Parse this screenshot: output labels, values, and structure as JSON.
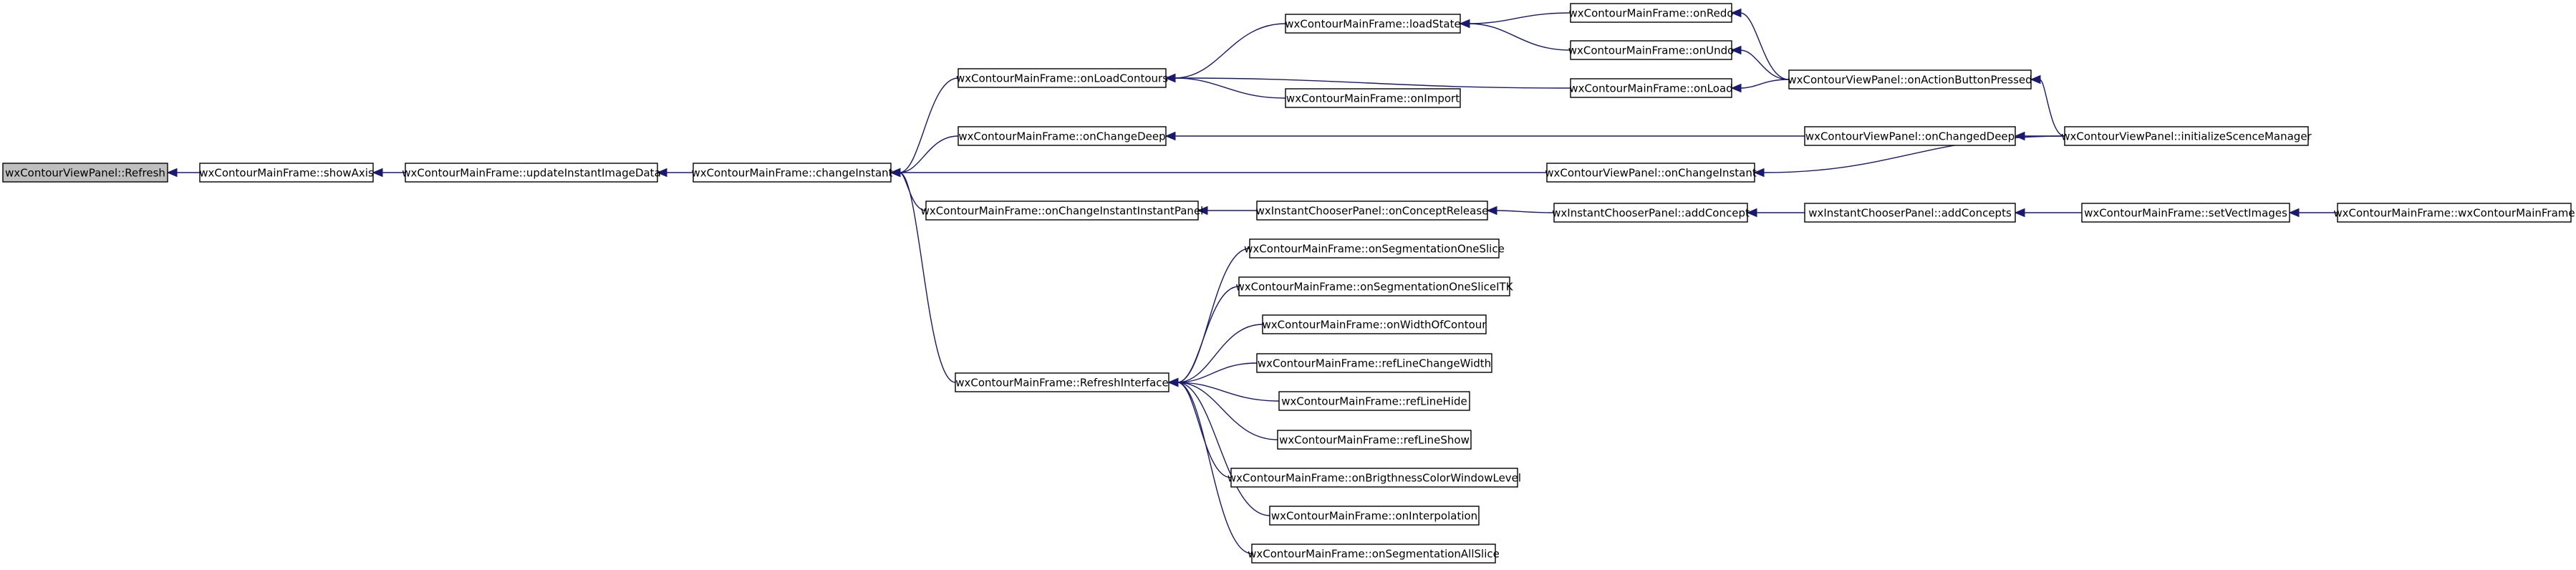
{
  "nodes": [
    {
      "id": "refresh",
      "label": "wxContourViewPanel::Refresh",
      "root": true
    },
    {
      "id": "showAxis",
      "label": "wxContourMainFrame::showAxis"
    },
    {
      "id": "updateInstant",
      "label": "wxContourMainFrame::updateInstantImageData"
    },
    {
      "id": "changeInstant",
      "label": "wxContourMainFrame::changeInstant"
    },
    {
      "id": "onLoadContours",
      "label": "wxContourMainFrame::onLoadContours"
    },
    {
      "id": "onChangeDeep",
      "label": "wxContourMainFrame::onChangeDeep"
    },
    {
      "id": "onChangeInstantPanel",
      "label": "wxContourMainFrame::onChangeInstantInstantPanel"
    },
    {
      "id": "refreshInterface",
      "label": "wxContourMainFrame::RefreshInterface"
    },
    {
      "id": "loadState",
      "label": "wxContourMainFrame::loadState"
    },
    {
      "id": "onImport",
      "label": "wxContourMainFrame::onImport"
    },
    {
      "id": "onRedo",
      "label": "wxContourMainFrame::onRedo"
    },
    {
      "id": "onUndo",
      "label": "wxContourMainFrame::onUndo"
    },
    {
      "id": "onLoad",
      "label": "wxContourMainFrame::onLoad"
    },
    {
      "id": "onActionButtonPressed",
      "label": "wxContourViewPanel::onActionButtonPressed"
    },
    {
      "id": "onChangedDeep",
      "label": "wxContourViewPanel::onChangedDeep"
    },
    {
      "id": "initializeScene",
      "label": "wxContourViewPanel::initializeScenceManager"
    },
    {
      "id": "viewOnChangeInstant",
      "label": "wxContourViewPanel::onChangeInstant"
    },
    {
      "id": "onConceptRelease",
      "label": "wxInstantChooserPanel::onConceptRelease"
    },
    {
      "id": "addConcept",
      "label": "wxInstantChooserPanel::addConcept"
    },
    {
      "id": "addConcepts",
      "label": "wxInstantChooserPanel::addConcepts"
    },
    {
      "id": "setVectImages",
      "label": "wxContourMainFrame::setVectImages"
    },
    {
      "id": "ctor",
      "label": "wxContourMainFrame::wxContourMainFrame"
    },
    {
      "id": "segOneSlice",
      "label": "wxContourMainFrame::onSegmentationOneSlice"
    },
    {
      "id": "segOneSliceITK",
      "label": "wxContourMainFrame::onSegmentationOneSliceITK"
    },
    {
      "id": "widthOfContour",
      "label": "wxContourMainFrame::onWidthOfContour"
    },
    {
      "id": "refLineChangeWidth",
      "label": "wxContourMainFrame::refLineChangeWidth"
    },
    {
      "id": "refLineHide",
      "label": "wxContourMainFrame::refLineHide"
    },
    {
      "id": "refLineShow",
      "label": "wxContourMainFrame::refLineShow"
    },
    {
      "id": "brightness",
      "label": "wxContourMainFrame::onBrigthnessColorWindowLevel"
    },
    {
      "id": "interpolation",
      "label": "wxContourMainFrame::onInterpolation"
    },
    {
      "id": "segAllSlice",
      "label": "wxContourMainFrame::onSegmentationAllSlice"
    }
  ],
  "edges": [
    {
      "from": "showAxis",
      "to": "refresh"
    },
    {
      "from": "updateInstant",
      "to": "showAxis"
    },
    {
      "from": "changeInstant",
      "to": "updateInstant"
    },
    {
      "from": "onLoadContours",
      "to": "changeInstant"
    },
    {
      "from": "onChangeDeep",
      "to": "changeInstant"
    },
    {
      "from": "onChangeInstantPanel",
      "to": "changeInstant"
    },
    {
      "from": "refreshInterface",
      "to": "changeInstant"
    },
    {
      "from": "viewOnChangeInstant",
      "to": "changeInstant"
    },
    {
      "from": "loadState",
      "to": "onLoadContours"
    },
    {
      "from": "onImport",
      "to": "onLoadContours"
    },
    {
      "from": "onLoad",
      "to": "onLoadContours"
    },
    {
      "from": "onRedo",
      "to": "loadState"
    },
    {
      "from": "onUndo",
      "to": "loadState"
    },
    {
      "from": "onActionButtonPressed",
      "to": "onRedo"
    },
    {
      "from": "onActionButtonPressed",
      "to": "onUndo"
    },
    {
      "from": "onActionButtonPressed",
      "to": "onLoad"
    },
    {
      "from": "initializeScene",
      "to": "onActionButtonPressed"
    },
    {
      "from": "onChangedDeep",
      "to": "onChangeDeep"
    },
    {
      "from": "initializeScene",
      "to": "onChangedDeep"
    },
    {
      "from": "initializeScene",
      "to": "viewOnChangeInstant"
    },
    {
      "from": "onConceptRelease",
      "to": "onChangeInstantPanel"
    },
    {
      "from": "addConcept",
      "to": "onConceptRelease"
    },
    {
      "from": "addConcepts",
      "to": "addConcept"
    },
    {
      "from": "setVectImages",
      "to": "addConcepts"
    },
    {
      "from": "ctor",
      "to": "setVectImages"
    },
    {
      "from": "segOneSlice",
      "to": "refreshInterface"
    },
    {
      "from": "segOneSliceITK",
      "to": "refreshInterface"
    },
    {
      "from": "widthOfContour",
      "to": "refreshInterface"
    },
    {
      "from": "refLineChangeWidth",
      "to": "refreshInterface"
    },
    {
      "from": "refLineHide",
      "to": "refreshInterface"
    },
    {
      "from": "refLineShow",
      "to": "refreshInterface"
    },
    {
      "from": "brightness",
      "to": "refreshInterface"
    },
    {
      "from": "interpolation",
      "to": "refreshInterface"
    },
    {
      "from": "segAllSlice",
      "to": "refreshInterface"
    }
  ]
}
